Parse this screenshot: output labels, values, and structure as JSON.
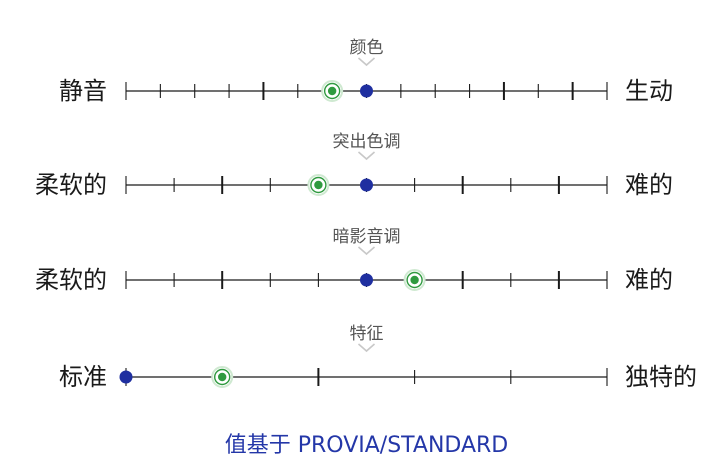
{
  "rows": [
    {
      "title": "颜色",
      "left_label": "静音",
      "right_label": "生动",
      "steps": 14,
      "major_marks": [
        4,
        11,
        13
      ],
      "baseline_step": 7,
      "highlight_step": 6
    },
    {
      "title": "突出色调",
      "left_label": "柔软的",
      "right_label": "难的",
      "steps": 10,
      "major_marks": [
        2,
        7,
        9
      ],
      "baseline_step": 5,
      "highlight_step": 4
    },
    {
      "title": "暗影音调",
      "left_label": "柔软的",
      "right_label": "难的",
      "steps": 10,
      "major_marks": [
        2,
        7,
        9
      ],
      "baseline_step": 5,
      "highlight_step": 6
    },
    {
      "title": "特征",
      "left_label": "标准",
      "right_label": "独特的",
      "steps": 5,
      "major_marks": [
        2
      ],
      "baseline_step": 0,
      "highlight_step": 1
    }
  ],
  "footer": {
    "text": "值基于 PROVIA/STANDARD"
  },
  "colors": {
    "baseline_dot": "#1f2fa0",
    "highlight_fill": "#2f9a3f",
    "highlight_ring": "#cfe9d1",
    "line": "#1a1a1a",
    "chevron": "#c8c8c8"
  }
}
